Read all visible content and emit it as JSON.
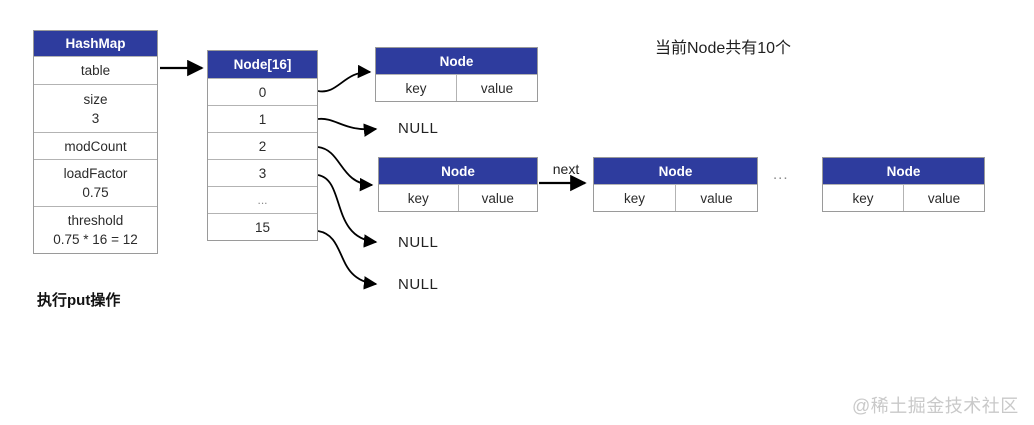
{
  "hashmap": {
    "title": "HashMap",
    "rows": [
      {
        "line1": "table"
      },
      {
        "line1": "size",
        "line2": "3"
      },
      {
        "line1": "modCount"
      },
      {
        "line1": "loadFactor",
        "line2": "0.75"
      },
      {
        "line1": "threshold",
        "line2": "0.75 * 16 = 12"
      }
    ]
  },
  "bucket_array": {
    "title": "Node[16]",
    "slots": [
      "0",
      "1",
      "2",
      "3",
      "...",
      "15"
    ]
  },
  "node_boxes": [
    {
      "title": "Node",
      "key_label": "key",
      "value_label": "value"
    },
    {
      "title": "Node",
      "key_label": "key",
      "value_label": "value"
    },
    {
      "title": "Node",
      "key_label": "key",
      "value_label": "value"
    },
    {
      "title": "Node",
      "key_label": "key",
      "value_label": "value"
    }
  ],
  "labels": {
    "next": "next",
    "nulls": [
      "NULL",
      "NULL",
      "NULL"
    ],
    "chain_ellipsis": "...",
    "top_note": "当前Node共有10个",
    "action_note": "执行put操作",
    "watermark": "@稀土掘金技术社区"
  },
  "colors": {
    "header_blue": "#2e3c9e",
    "border": "#b3b3b3",
    "arrow": "#000000",
    "watermark": "#c9c9c9"
  }
}
